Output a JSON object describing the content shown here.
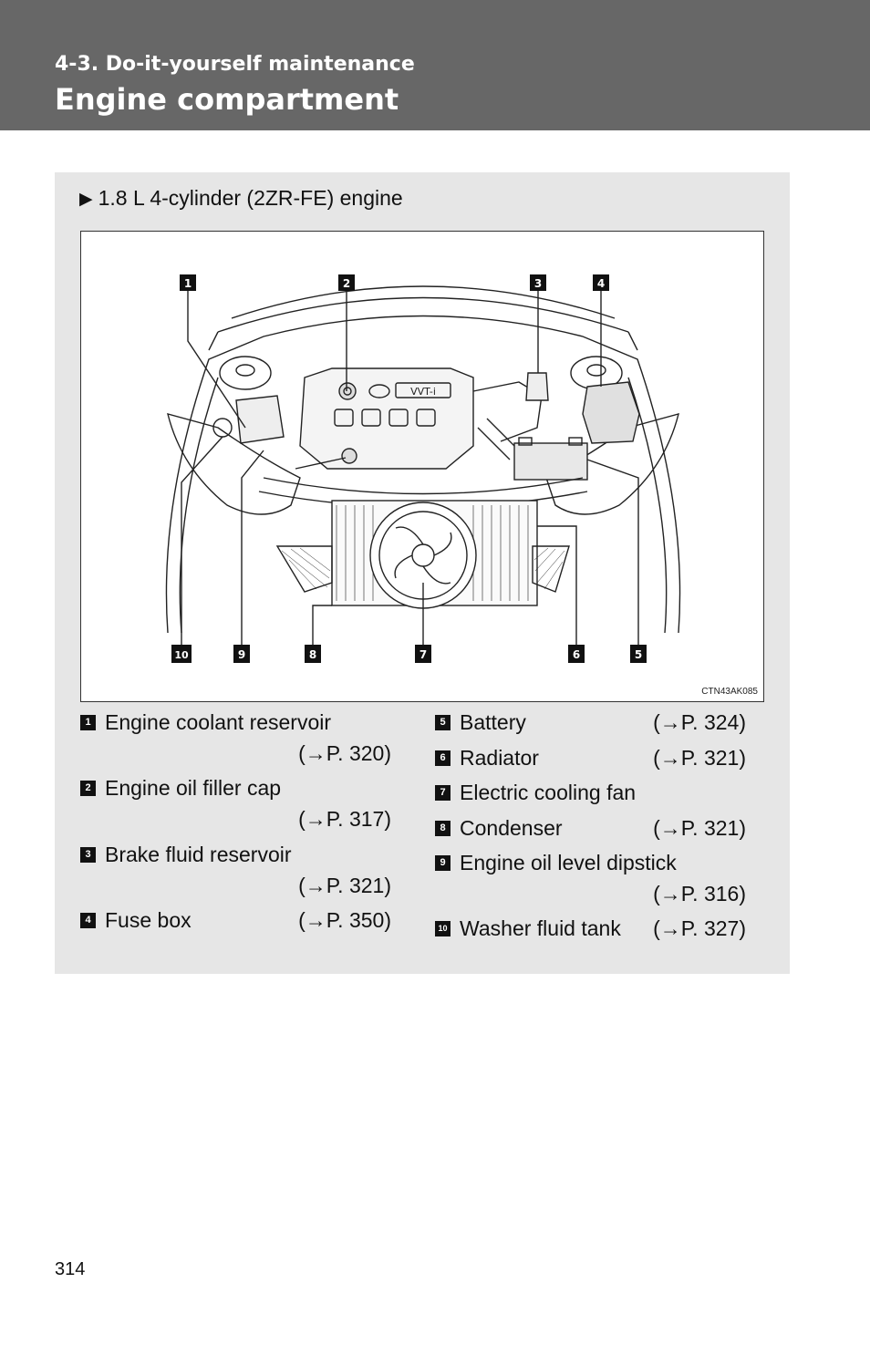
{
  "header": {
    "section": "4-3. Do-it-yourself maintenance",
    "title": "Engine compartment"
  },
  "engine_heading": {
    "marker": "▶",
    "text": "1.8 L 4-cylinder (2ZR-FE) engine"
  },
  "figure": {
    "code": "CTN43AK085",
    "callouts": [
      "1",
      "2",
      "3",
      "4",
      "10",
      "9",
      "8",
      "7",
      "6",
      "5"
    ],
    "badge_text": "VVT-i"
  },
  "legend": {
    "left": [
      {
        "num": "1",
        "label": "Engine coolant reservoir",
        "ref": "(→P. 320)"
      },
      {
        "num": "2",
        "label": "Engine oil filler cap",
        "ref": "(→P. 317)"
      },
      {
        "num": "3",
        "label": "Brake fluid reservoir",
        "ref": "(→P. 321)"
      },
      {
        "num": "4",
        "label": "Fuse box",
        "ref": "(→P. 350)"
      }
    ],
    "right": [
      {
        "num": "5",
        "label": "Battery",
        "ref": "(→P. 324)"
      },
      {
        "num": "6",
        "label": "Radiator",
        "ref": "(→P. 321)"
      },
      {
        "num": "7",
        "label": "Electric cooling fan",
        "ref": ""
      },
      {
        "num": "8",
        "label": "Condenser",
        "ref": "(→P. 321)"
      },
      {
        "num": "9",
        "label": "Engine oil level dipstick",
        "ref": "(→P. 316)"
      },
      {
        "num": "10",
        "label": "Washer fluid tank",
        "ref": "(→P. 327)"
      }
    ]
  },
  "page_number": "314"
}
